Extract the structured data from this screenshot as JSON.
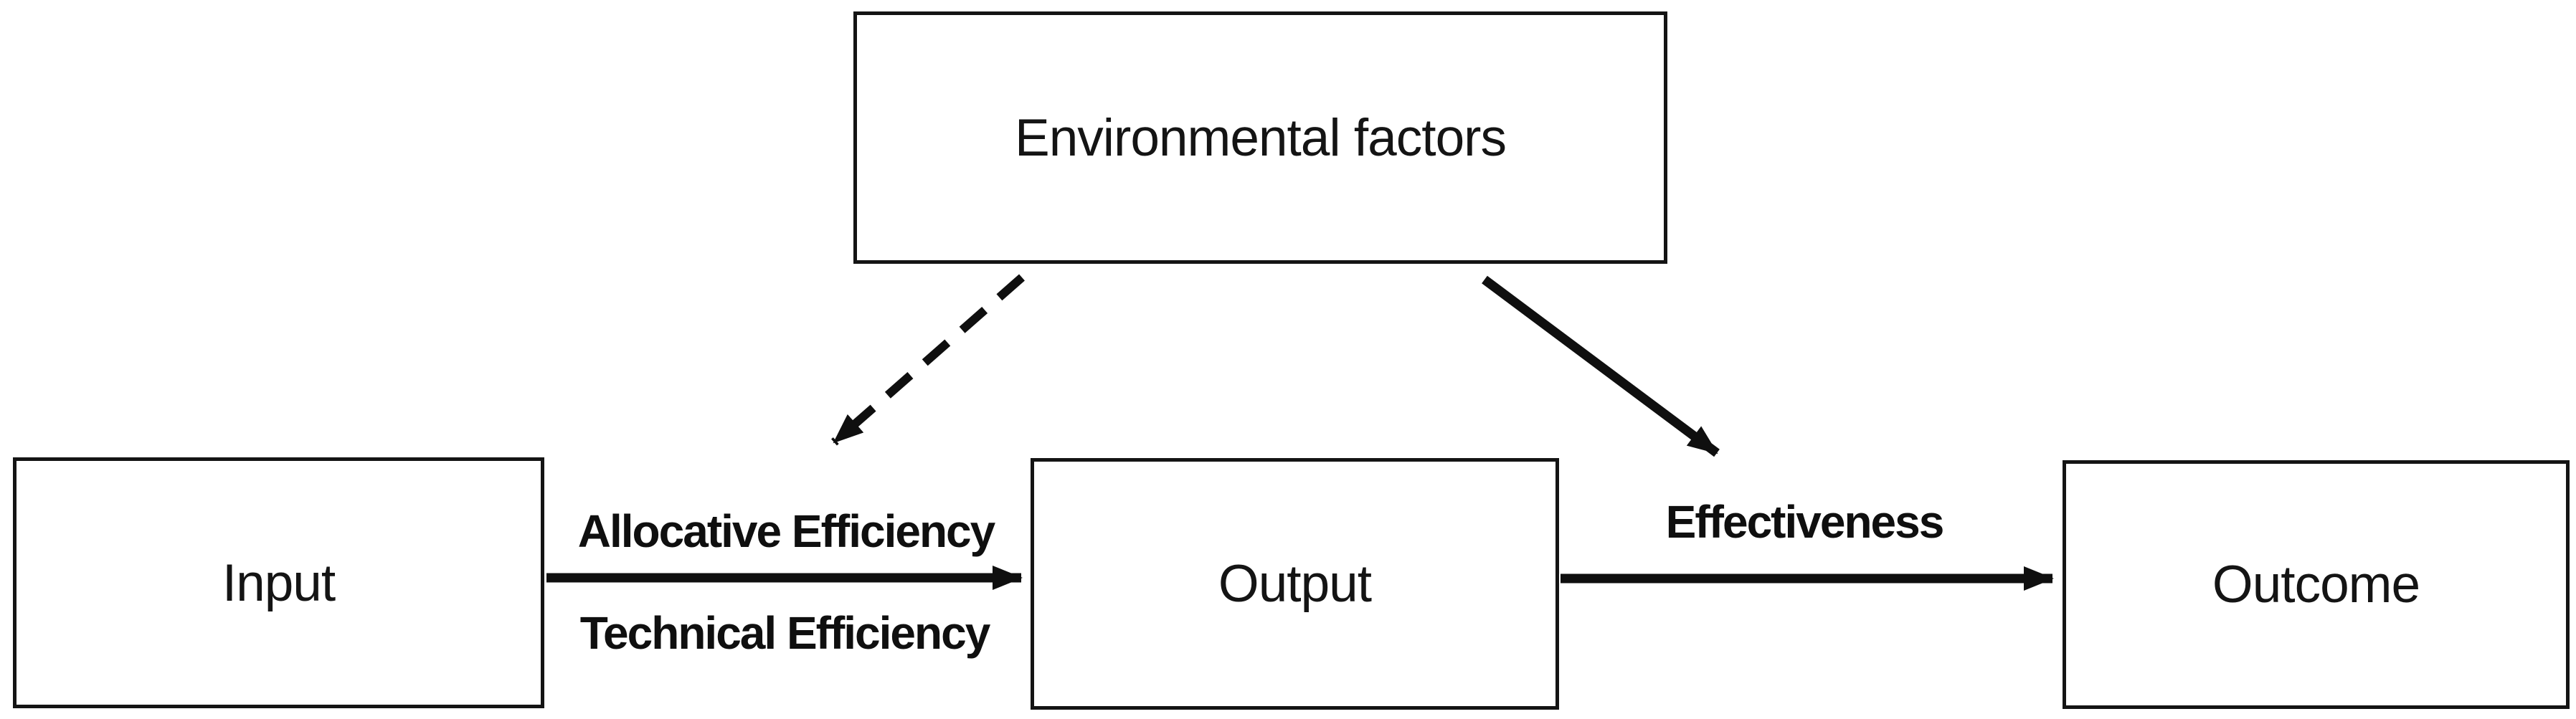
{
  "diagram": {
    "title": "Input-Output-Outcome efficiency diagram",
    "colors": {
      "background": "#ffffff",
      "line": "#0f0f0f",
      "text": "#141414"
    },
    "boxes": {
      "environmental": {
        "label": "Environmental factors"
      },
      "input": {
        "label": "Input"
      },
      "output": {
        "label": "Output"
      },
      "outcome": {
        "label": "Outcome"
      }
    },
    "edges": [
      {
        "id": "input-to-output",
        "from": "Input",
        "to": "Output",
        "style": "solid-arrow",
        "label_above": "Allocative Efficiency",
        "label_below": "Technical Efficiency"
      },
      {
        "id": "output-to-outcome",
        "from": "Output",
        "to": "Outcome",
        "style": "solid-arrow",
        "label_above": "Effectiveness"
      },
      {
        "id": "env-to-input-output",
        "from": "Environmental factors",
        "to": "Input-Output relation",
        "style": "dashed-arrow"
      },
      {
        "id": "env-to-output-outcome",
        "from": "Environmental factors",
        "to": "Output-Outcome relation",
        "style": "solid-arrow"
      }
    ]
  }
}
